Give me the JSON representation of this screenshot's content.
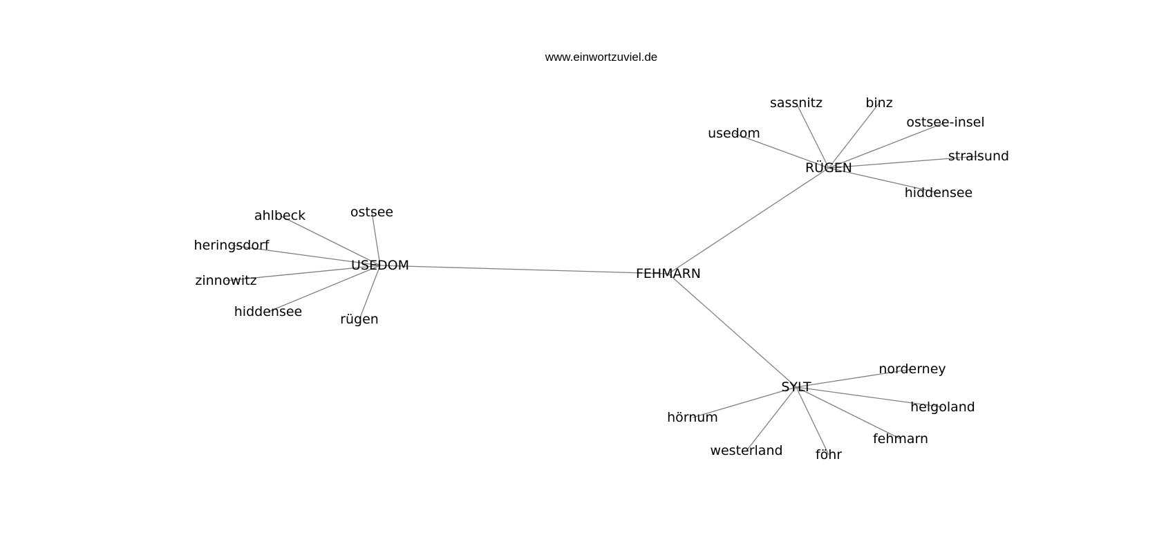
{
  "diagram": {
    "watermark": "www.einwortzuviel.de",
    "edge_color": "#808080",
    "text_color": "#000000",
    "background": "#ffffff",
    "nodes": [
      {
        "id": "fehmarn",
        "label": "FEHMARN"
      },
      {
        "id": "usedom",
        "label": "USEDOM"
      },
      {
        "id": "ruegen",
        "label": "RÜGEN"
      },
      {
        "id": "sylt",
        "label": "SYLT"
      },
      {
        "id": "u-ostsee",
        "label": "ostsee"
      },
      {
        "id": "u-ahlbeck",
        "label": "ahlbeck"
      },
      {
        "id": "u-heringsdorf",
        "label": "heringsdorf"
      },
      {
        "id": "u-zinnowitz",
        "label": "zinnowitz"
      },
      {
        "id": "u-hiddensee",
        "label": "hiddensee"
      },
      {
        "id": "u-ruegen",
        "label": "rügen"
      },
      {
        "id": "r-sassnitz",
        "label": "sassnitz"
      },
      {
        "id": "r-binz",
        "label": "binz"
      },
      {
        "id": "r-ostsee-insel",
        "label": "ostsee-insel"
      },
      {
        "id": "r-usedom",
        "label": "usedom"
      },
      {
        "id": "r-stralsund",
        "label": "stralsund"
      },
      {
        "id": "r-hiddensee",
        "label": "hiddensee"
      },
      {
        "id": "s-norderney",
        "label": "norderney"
      },
      {
        "id": "s-helgoland",
        "label": "helgoland"
      },
      {
        "id": "s-hoernum",
        "label": "hörnum"
      },
      {
        "id": "s-fehmarn",
        "label": "fehmarn"
      },
      {
        "id": "s-westerland",
        "label": "westerland"
      },
      {
        "id": "s-foehr",
        "label": "föhr"
      }
    ],
    "edges": [
      {
        "from": "fehmarn",
        "to": "usedom"
      },
      {
        "from": "fehmarn",
        "to": "ruegen"
      },
      {
        "from": "fehmarn",
        "to": "sylt"
      },
      {
        "from": "usedom",
        "to": "u-ostsee"
      },
      {
        "from": "usedom",
        "to": "u-ahlbeck"
      },
      {
        "from": "usedom",
        "to": "u-heringsdorf"
      },
      {
        "from": "usedom",
        "to": "u-zinnowitz"
      },
      {
        "from": "usedom",
        "to": "u-hiddensee"
      },
      {
        "from": "usedom",
        "to": "u-ruegen"
      },
      {
        "from": "ruegen",
        "to": "r-sassnitz"
      },
      {
        "from": "ruegen",
        "to": "r-binz"
      },
      {
        "from": "ruegen",
        "to": "r-ostsee-insel"
      },
      {
        "from": "ruegen",
        "to": "r-usedom"
      },
      {
        "from": "ruegen",
        "to": "r-stralsund"
      },
      {
        "from": "ruegen",
        "to": "r-hiddensee"
      },
      {
        "from": "sylt",
        "to": "s-norderney"
      },
      {
        "from": "sylt",
        "to": "s-helgoland"
      },
      {
        "from": "sylt",
        "to": "s-hoernum"
      },
      {
        "from": "sylt",
        "to": "s-fehmarn"
      },
      {
        "from": "sylt",
        "to": "s-westerland"
      },
      {
        "from": "sylt",
        "to": "s-foehr"
      }
    ]
  }
}
